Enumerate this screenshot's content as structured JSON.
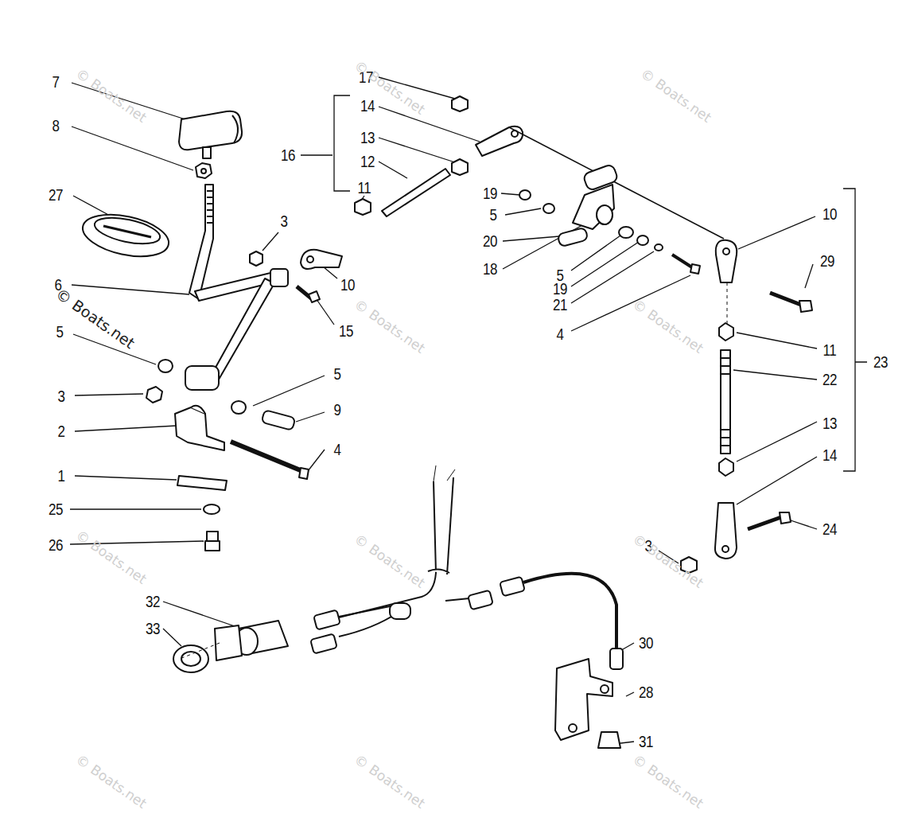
{
  "diagram": {
    "labels": [
      "7",
      "8",
      "27",
      "6",
      "5",
      "3",
      "2",
      "1",
      "25",
      "26",
      "3",
      "10",
      "15",
      "5",
      "9",
      "4",
      "17",
      "14",
      "13",
      "12",
      "16",
      "11",
      "19",
      "5",
      "20",
      "18",
      "5",
      "19",
      "21",
      "4",
      "10",
      "29",
      "11",
      "22",
      "23",
      "13",
      "14",
      "3",
      "24",
      "32",
      "33",
      "30",
      "28",
      "31",
      "© Boats.net",
      "© Boats.net",
      "© Boats.net",
      "© Boats.net",
      "© Boats.net",
      "© Boats.net",
      "© Boats.net",
      "© Boats.net",
      "© Boats.net",
      "© Boats.net",
      "© Boats.net",
      "© Boats.net"
    ]
  }
}
